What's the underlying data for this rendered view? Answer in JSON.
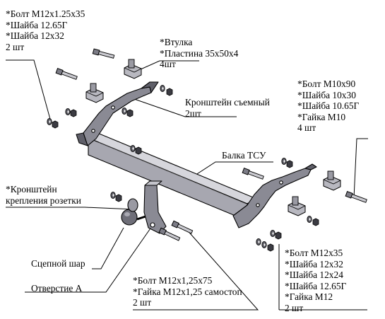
{
  "diagram": {
    "labels": {
      "bolt_m12x125": {
        "lines": [
          "*Болт М12х1.25х35",
          "*Шайба 12.65Г",
          "*Шайба 12х32",
          "2 шт"
        ]
      },
      "bushing": {
        "lines": [
          "*Втулка",
          "*Пластина 35х50х4",
          "4шт"
        ]
      },
      "bracket_removable": {
        "lines": [
          "Кронштейн съемный",
          "2шт"
        ]
      },
      "bolt_m10x90": {
        "lines": [
          "*Болт М10х90",
          "*Шайба 10х30",
          "*Шайба 10.65Г",
          "*Гайка М10",
          "4 шт"
        ]
      },
      "beam": {
        "lines": [
          "Балка ТСУ"
        ]
      },
      "socket_bracket": {
        "lines": [
          "*Кронштейн",
          "крепления розетки"
        ]
      },
      "tow_ball": {
        "lines": [
          "Сцепной шар"
        ]
      },
      "bolt_m12x35": {
        "lines": [
          "*Болт М12х35",
          "*Шайба 12х32",
          "*Шайба 12х24",
          "*Шайба 12.65Г",
          "*Гайка М12",
          "2 шт"
        ]
      },
      "hole_a": {
        "lines": [
          "Отверстие А"
        ]
      },
      "bolt_m12x125x75": {
        "lines": [
          "*Болт М12х1,25х75",
          "*Гайка М12х1,25 самостоп",
          "2 шт"
        ]
      }
    }
  }
}
